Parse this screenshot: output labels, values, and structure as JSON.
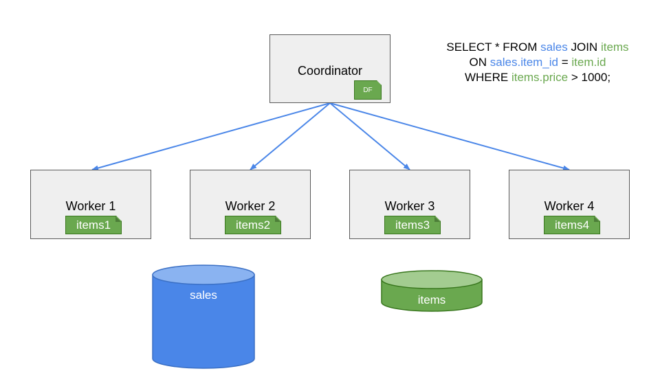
{
  "coordinator": {
    "title": "Coordinator",
    "badge": "DF"
  },
  "workers": [
    {
      "title": "Worker 1",
      "partition": "items1"
    },
    {
      "title": "Worker 2",
      "partition": "items2"
    },
    {
      "title": "Worker 3",
      "partition": "items3"
    },
    {
      "title": "Worker 4",
      "partition": "items4"
    }
  ],
  "query": {
    "line1": {
      "a": "SELECT * FROM ",
      "b": "sales",
      "c": " JOIN ",
      "d": "items"
    },
    "line2": {
      "a": "ON ",
      "b": "sales.item_id",
      "c": " = ",
      "d": "item.id"
    },
    "line3": {
      "a": "WHERE ",
      "b": "items.price",
      "c": " > 1000;"
    }
  },
  "databases": {
    "sales": {
      "label": "sales",
      "color": "#4a86e8",
      "top_color": "#8ab3f1"
    },
    "items": {
      "label": "items",
      "color": "#6aa84f",
      "top_color": "#a3cc90"
    }
  },
  "colors": {
    "arrow": "#4a86e8",
    "box_fill": "#efefef",
    "box_border": "#595959",
    "tag_fill": "#6aa84f",
    "highlight_blue": "#4a86e8",
    "highlight_green": "#6aa84f"
  }
}
